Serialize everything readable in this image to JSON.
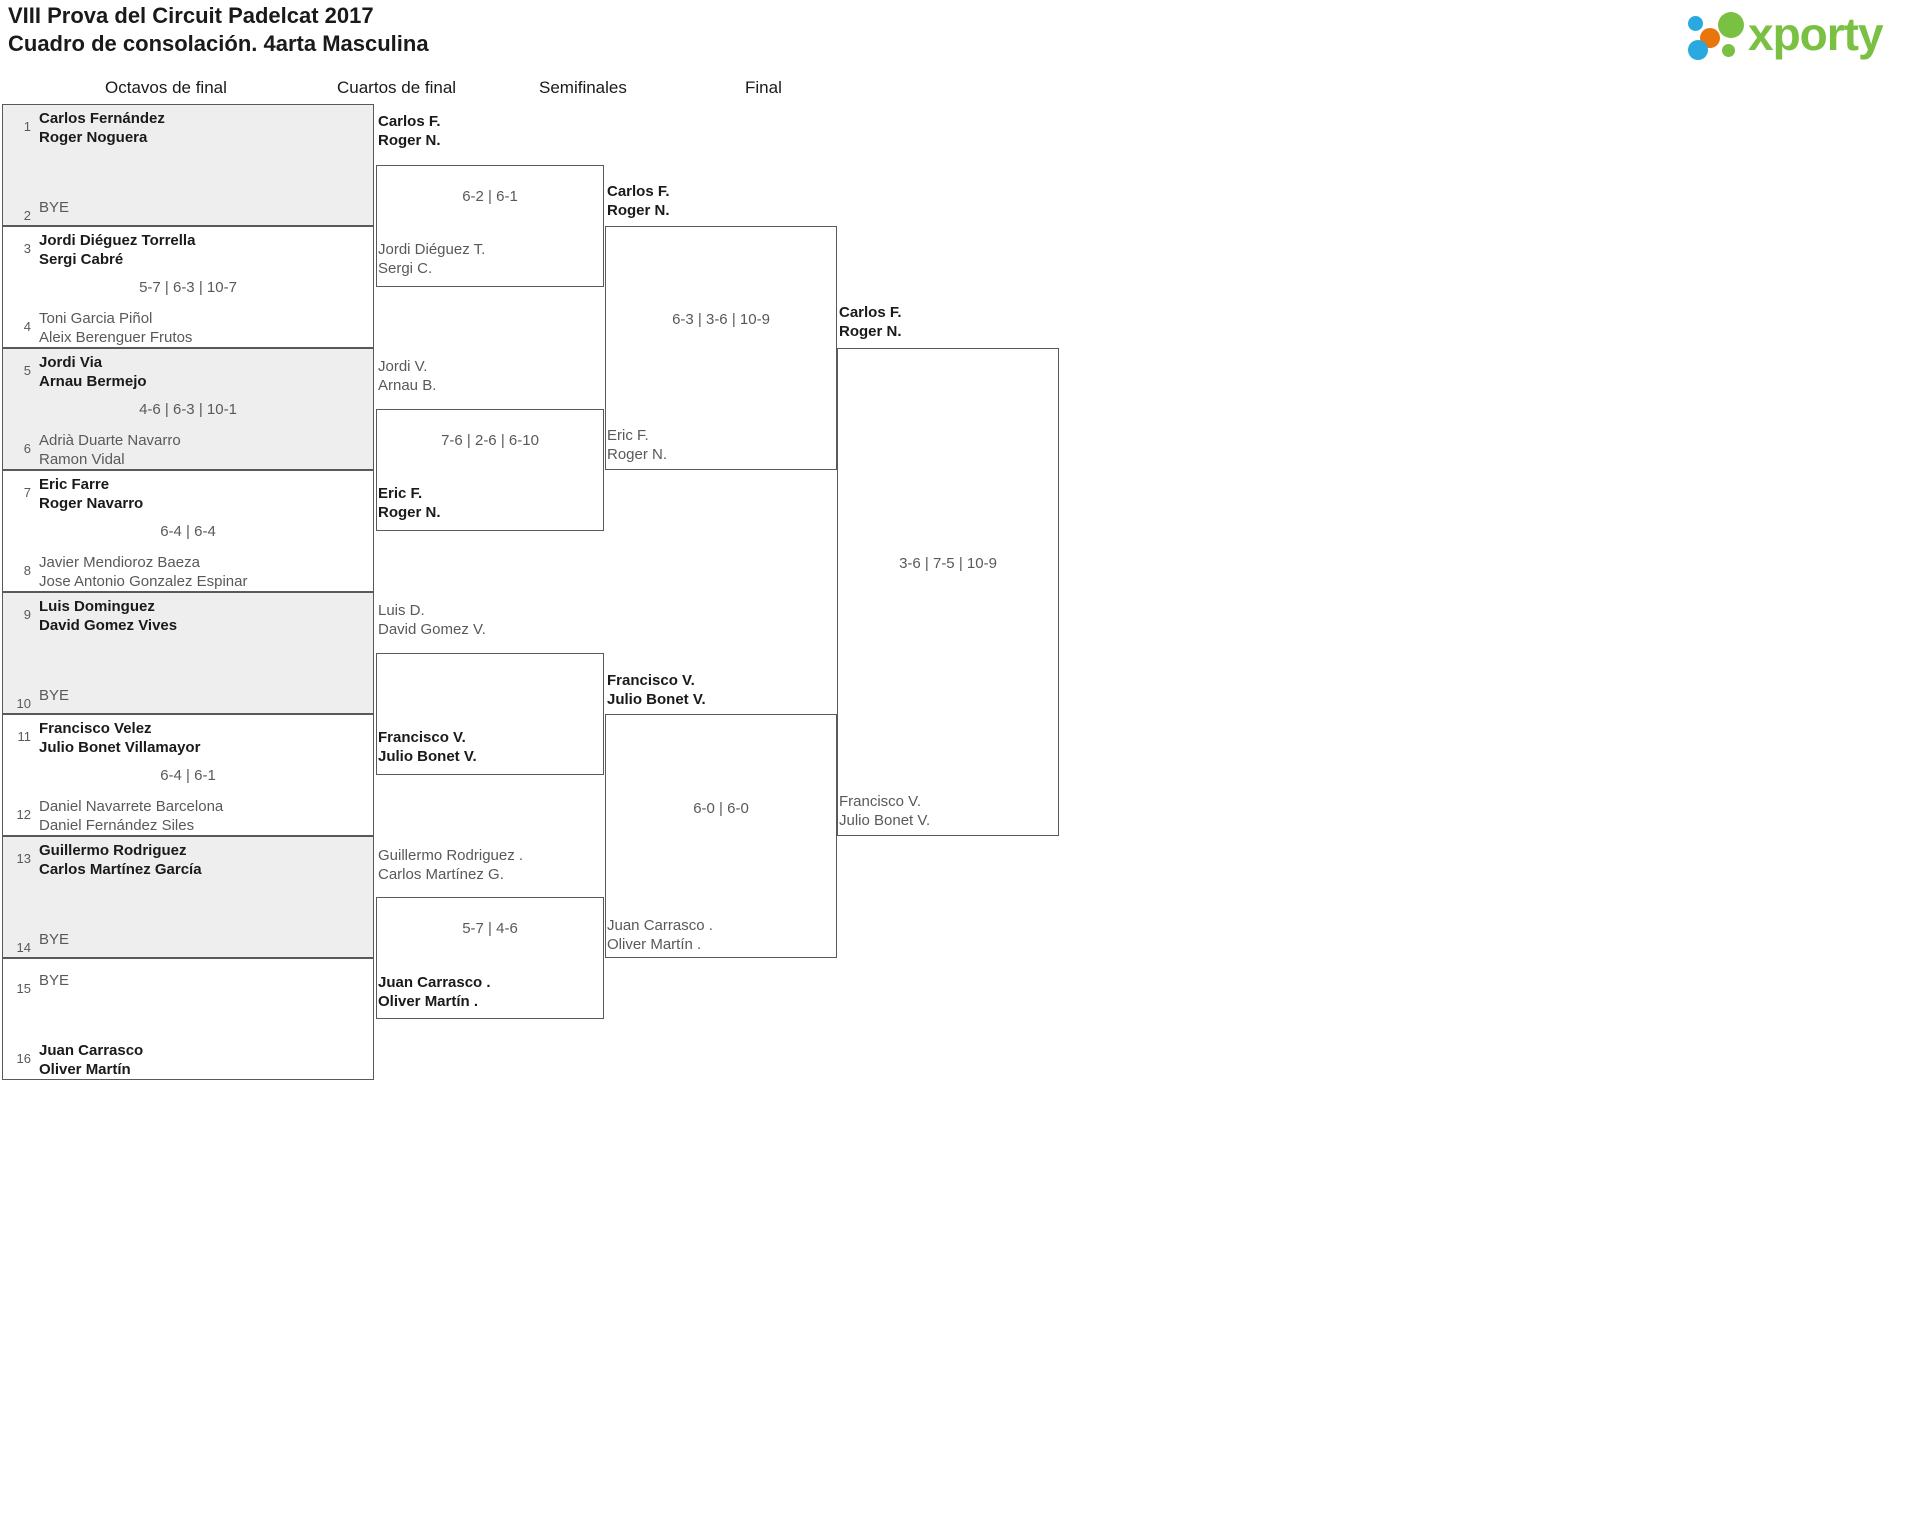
{
  "header": {
    "title_line1": "VIII Prova del Circuit Padelcat 2017",
    "title_line2": "Cuadro de consolación. 4arta Masculina",
    "logo_text": "xporty"
  },
  "rounds": [
    {
      "label": "Octavos de final"
    },
    {
      "label": "Cuartos de final"
    },
    {
      "label": "Semifinales"
    },
    {
      "label": "Final"
    }
  ],
  "round1": {
    "matches": [
      {
        "top": {
          "seed": "1",
          "line1": "Carlos Fernández",
          "line2": "Roger Noguera",
          "winner": true,
          "bye": false
        },
        "bottom": {
          "seed": "2",
          "line1": "BYE",
          "line2": "",
          "winner": false,
          "bye": true
        },
        "score": ""
      },
      {
        "top": {
          "seed": "3",
          "line1": "Jordi Diéguez Torrella",
          "line2": "Sergi Cabré",
          "winner": true,
          "bye": false
        },
        "bottom": {
          "seed": "4",
          "line1": "Toni Garcia Piñol",
          "line2": "Aleix Berenguer Frutos",
          "winner": false,
          "bye": false
        },
        "score": "5-7 | 6-3 | 10-7"
      },
      {
        "top": {
          "seed": "5",
          "line1": "Jordi Via",
          "line2": "Arnau Bermejo",
          "winner": true,
          "bye": false
        },
        "bottom": {
          "seed": "6",
          "line1": "Adrià Duarte Navarro",
          "line2": "Ramon Vidal",
          "winner": false,
          "bye": false
        },
        "score": "4-6 | 6-3 | 10-1"
      },
      {
        "top": {
          "seed": "7",
          "line1": "Eric Farre",
          "line2": "Roger Navarro",
          "winner": true,
          "bye": false
        },
        "bottom": {
          "seed": "8",
          "line1": "Javier Mendioroz Baeza",
          "line2": "Jose Antonio Gonzalez Espinar",
          "winner": false,
          "bye": false
        },
        "score": "6-4 | 6-4"
      },
      {
        "top": {
          "seed": "9",
          "line1": "Luis Dominguez",
          "line2": "David Gomez Vives",
          "winner": true,
          "bye": false
        },
        "bottom": {
          "seed": "10",
          "line1": "BYE",
          "line2": "",
          "winner": false,
          "bye": true
        },
        "score": ""
      },
      {
        "top": {
          "seed": "11",
          "line1": "Francisco Velez",
          "line2": "Julio Bonet Villamayor",
          "winner": true,
          "bye": false
        },
        "bottom": {
          "seed": "12",
          "line1": "Daniel Navarrete Barcelona",
          "line2": "Daniel Fernández Siles",
          "winner": false,
          "bye": false
        },
        "score": "6-4 | 6-1"
      },
      {
        "top": {
          "seed": "13",
          "line1": "Guillermo Rodriguez",
          "line2": "Carlos Martínez García",
          "winner": true,
          "bye": false
        },
        "bottom": {
          "seed": "14",
          "line1": "BYE",
          "line2": "",
          "winner": false,
          "bye": true
        },
        "score": ""
      },
      {
        "top": {
          "seed": "15",
          "line1": "BYE",
          "line2": "",
          "winner": false,
          "bye": true
        },
        "bottom": {
          "seed": "16",
          "line1": "Juan Carrasco",
          "line2": "Oliver Martín",
          "winner": true,
          "bye": false
        },
        "score": ""
      }
    ]
  },
  "round2": {
    "matches": [
      {
        "top": {
          "line1": "Carlos F.",
          "line2": "Roger N.",
          "winner": true
        },
        "bottom": {
          "line1": "Jordi Diéguez T.",
          "line2": "Sergi C.",
          "winner": false
        },
        "score": "6-2 | 6-1"
      },
      {
        "top": {
          "line1": "Jordi V.",
          "line2": "Arnau B.",
          "winner": false
        },
        "bottom": {
          "line1": "Eric F.",
          "line2": "Roger N.",
          "winner": true
        },
        "score": "7-6 | 2-6 | 6-10"
      },
      {
        "top": {
          "line1": "Luis D.",
          "line2": "David Gomez V.",
          "winner": false
        },
        "bottom": {
          "line1": "Francisco V.",
          "line2": "Julio Bonet V.",
          "winner": true
        },
        "score": ""
      },
      {
        "top": {
          "line1": "Guillermo Rodriguez .",
          "line2": "Carlos Martínez G.",
          "winner": false
        },
        "bottom": {
          "line1": "Juan Carrasco .",
          "line2": "Oliver Martín .",
          "winner": true
        },
        "score": "5-7 | 4-6"
      }
    ]
  },
  "round3": {
    "matches": [
      {
        "top": {
          "line1": "Carlos F.",
          "line2": "Roger N.",
          "winner": true
        },
        "bottom": {
          "line1": "Eric F.",
          "line2": "Roger N.",
          "winner": false
        },
        "score": "6-3 | 3-6 | 10-9"
      },
      {
        "top": {
          "line1": "Francisco V.",
          "line2": "Julio Bonet V.",
          "winner": true
        },
        "bottom": {
          "line1": "Juan Carrasco .",
          "line2": "Oliver Martín .",
          "winner": false
        },
        "score": "6-0 | 6-0"
      }
    ]
  },
  "round4": {
    "matches": [
      {
        "top": {
          "line1": "Carlos F.",
          "line2": "Roger N.",
          "winner": true
        },
        "bottom": {
          "line1": "Francisco V.",
          "line2": "Julio Bonet V.",
          "winner": false
        },
        "score": "3-6 | 7-5 | 10-9"
      }
    ]
  }
}
